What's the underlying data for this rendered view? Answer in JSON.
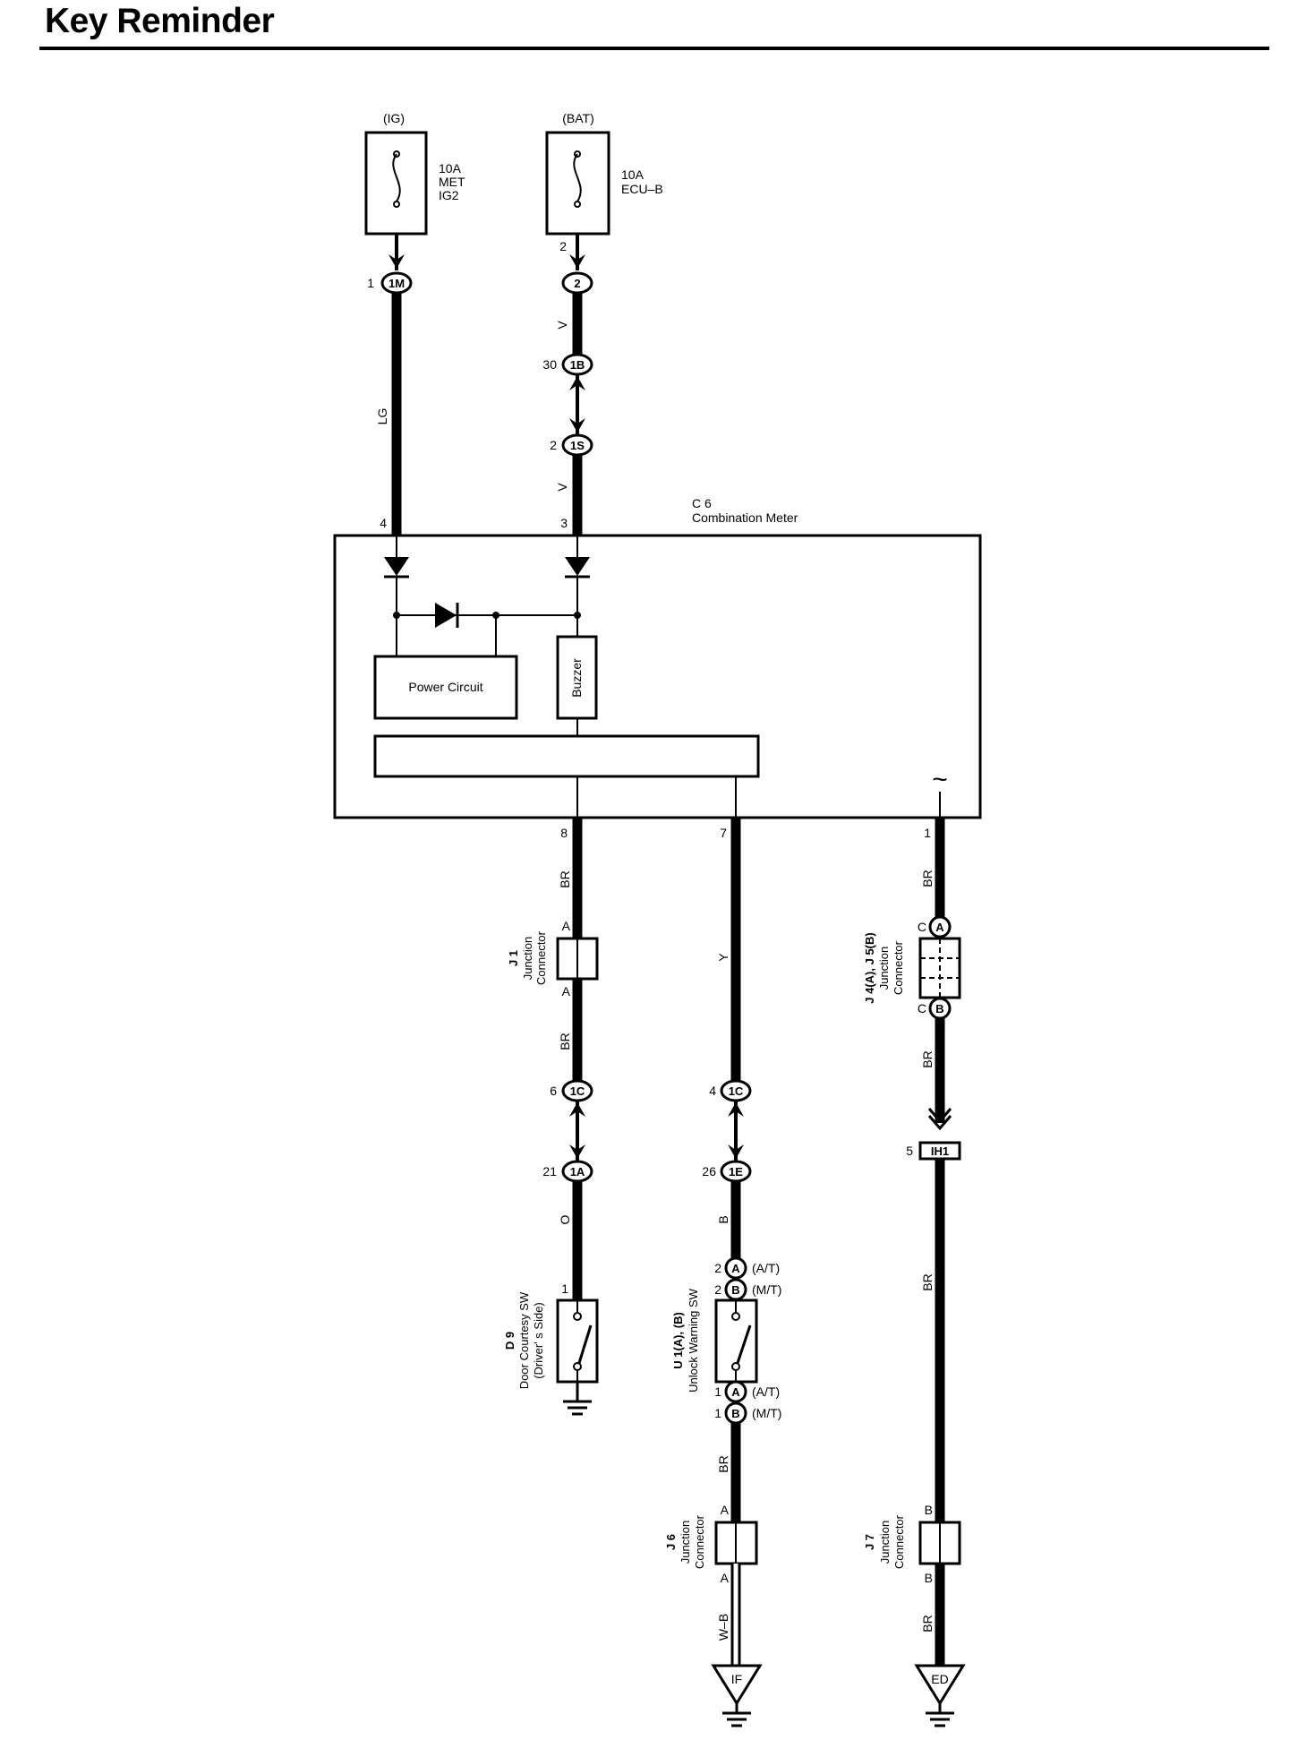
{
  "header": {
    "title": "Key Reminder"
  },
  "fuses": {
    "ig": {
      "source": "(IG)",
      "amp": "10A",
      "name1": "MET",
      "name2": "IG2"
    },
    "bat": {
      "source": "(BAT)",
      "amp": "10A",
      "name1": "ECU–B"
    }
  },
  "meter": {
    "code": "C 6",
    "name": "Combination Meter",
    "power_circuit": "Power Circuit",
    "buzzer": "Buzzer"
  },
  "pins": {
    "fuse_bat_out": "2",
    "c1m_pin": "1",
    "c1m": "1M",
    "c2_pin": "",
    "c2": "2",
    "c1b_pin": "30",
    "c1b": "1B",
    "c1s_pin": "2",
    "c1s": "1S",
    "meter_in_lg": "4",
    "meter_in_v": "3",
    "meter_out_8": "8",
    "meter_out_7": "7",
    "meter_out_1": "1",
    "c1c_left_pin": "6",
    "c1c": "1C",
    "c1a_pin": "21",
    "c1a": "1A",
    "c1c_mid_pin": "4",
    "c1e_pin": "26",
    "c1e": "1E",
    "ih1_pin": "5",
    "ih1": "IH1",
    "d9_pin": "1",
    "u1_top_a_pin": "2",
    "u1_top_b_pin": "2",
    "u1_bot_a_pin": "1",
    "u1_bot_b_pin": "1",
    "j4_top_letter": "C",
    "j4_bot_letter": "C",
    "circle_a": "A",
    "circle_b": "B",
    "j1_top": "A",
    "j1_bot": "A",
    "j6_top": "A",
    "j6_bot": "A",
    "j7_top": "B",
    "j7_bot": "B"
  },
  "wire_colors": {
    "lg": "LG",
    "v_top": "V",
    "v_bot": "V",
    "br_8a": "BR",
    "br_8b": "BR",
    "o": "O",
    "y": "Y",
    "b": "B",
    "br_u1": "BR",
    "wb": "W–B",
    "br_1a": "BR",
    "br_1b": "BR",
    "br_1c": "BR",
    "br_1d": "BR"
  },
  "components": {
    "j1": {
      "code": "J 1",
      "line1": "Junction",
      "line2": "Connector"
    },
    "j45": {
      "code": "J 4(A), J 5(B)",
      "line1": "Junction",
      "line2": "Connector"
    },
    "d9": {
      "code": "D 9",
      "line1": "Door Courtesy SW",
      "line2": "(Driver' s Side)"
    },
    "u1": {
      "code": "U 1(A), (B)",
      "line1": "Unlock Warning SW",
      "at": "(A/T)",
      "mt": "(M/T)"
    },
    "j6": {
      "code": "J 6",
      "line1": "Junction",
      "line2": "Connector"
    },
    "j7": {
      "code": "J 7",
      "line1": "Junction",
      "line2": "Connector"
    }
  },
  "grounds": {
    "if": "IF",
    "ed": "ED"
  },
  "meter_ac_symbol": "~"
}
